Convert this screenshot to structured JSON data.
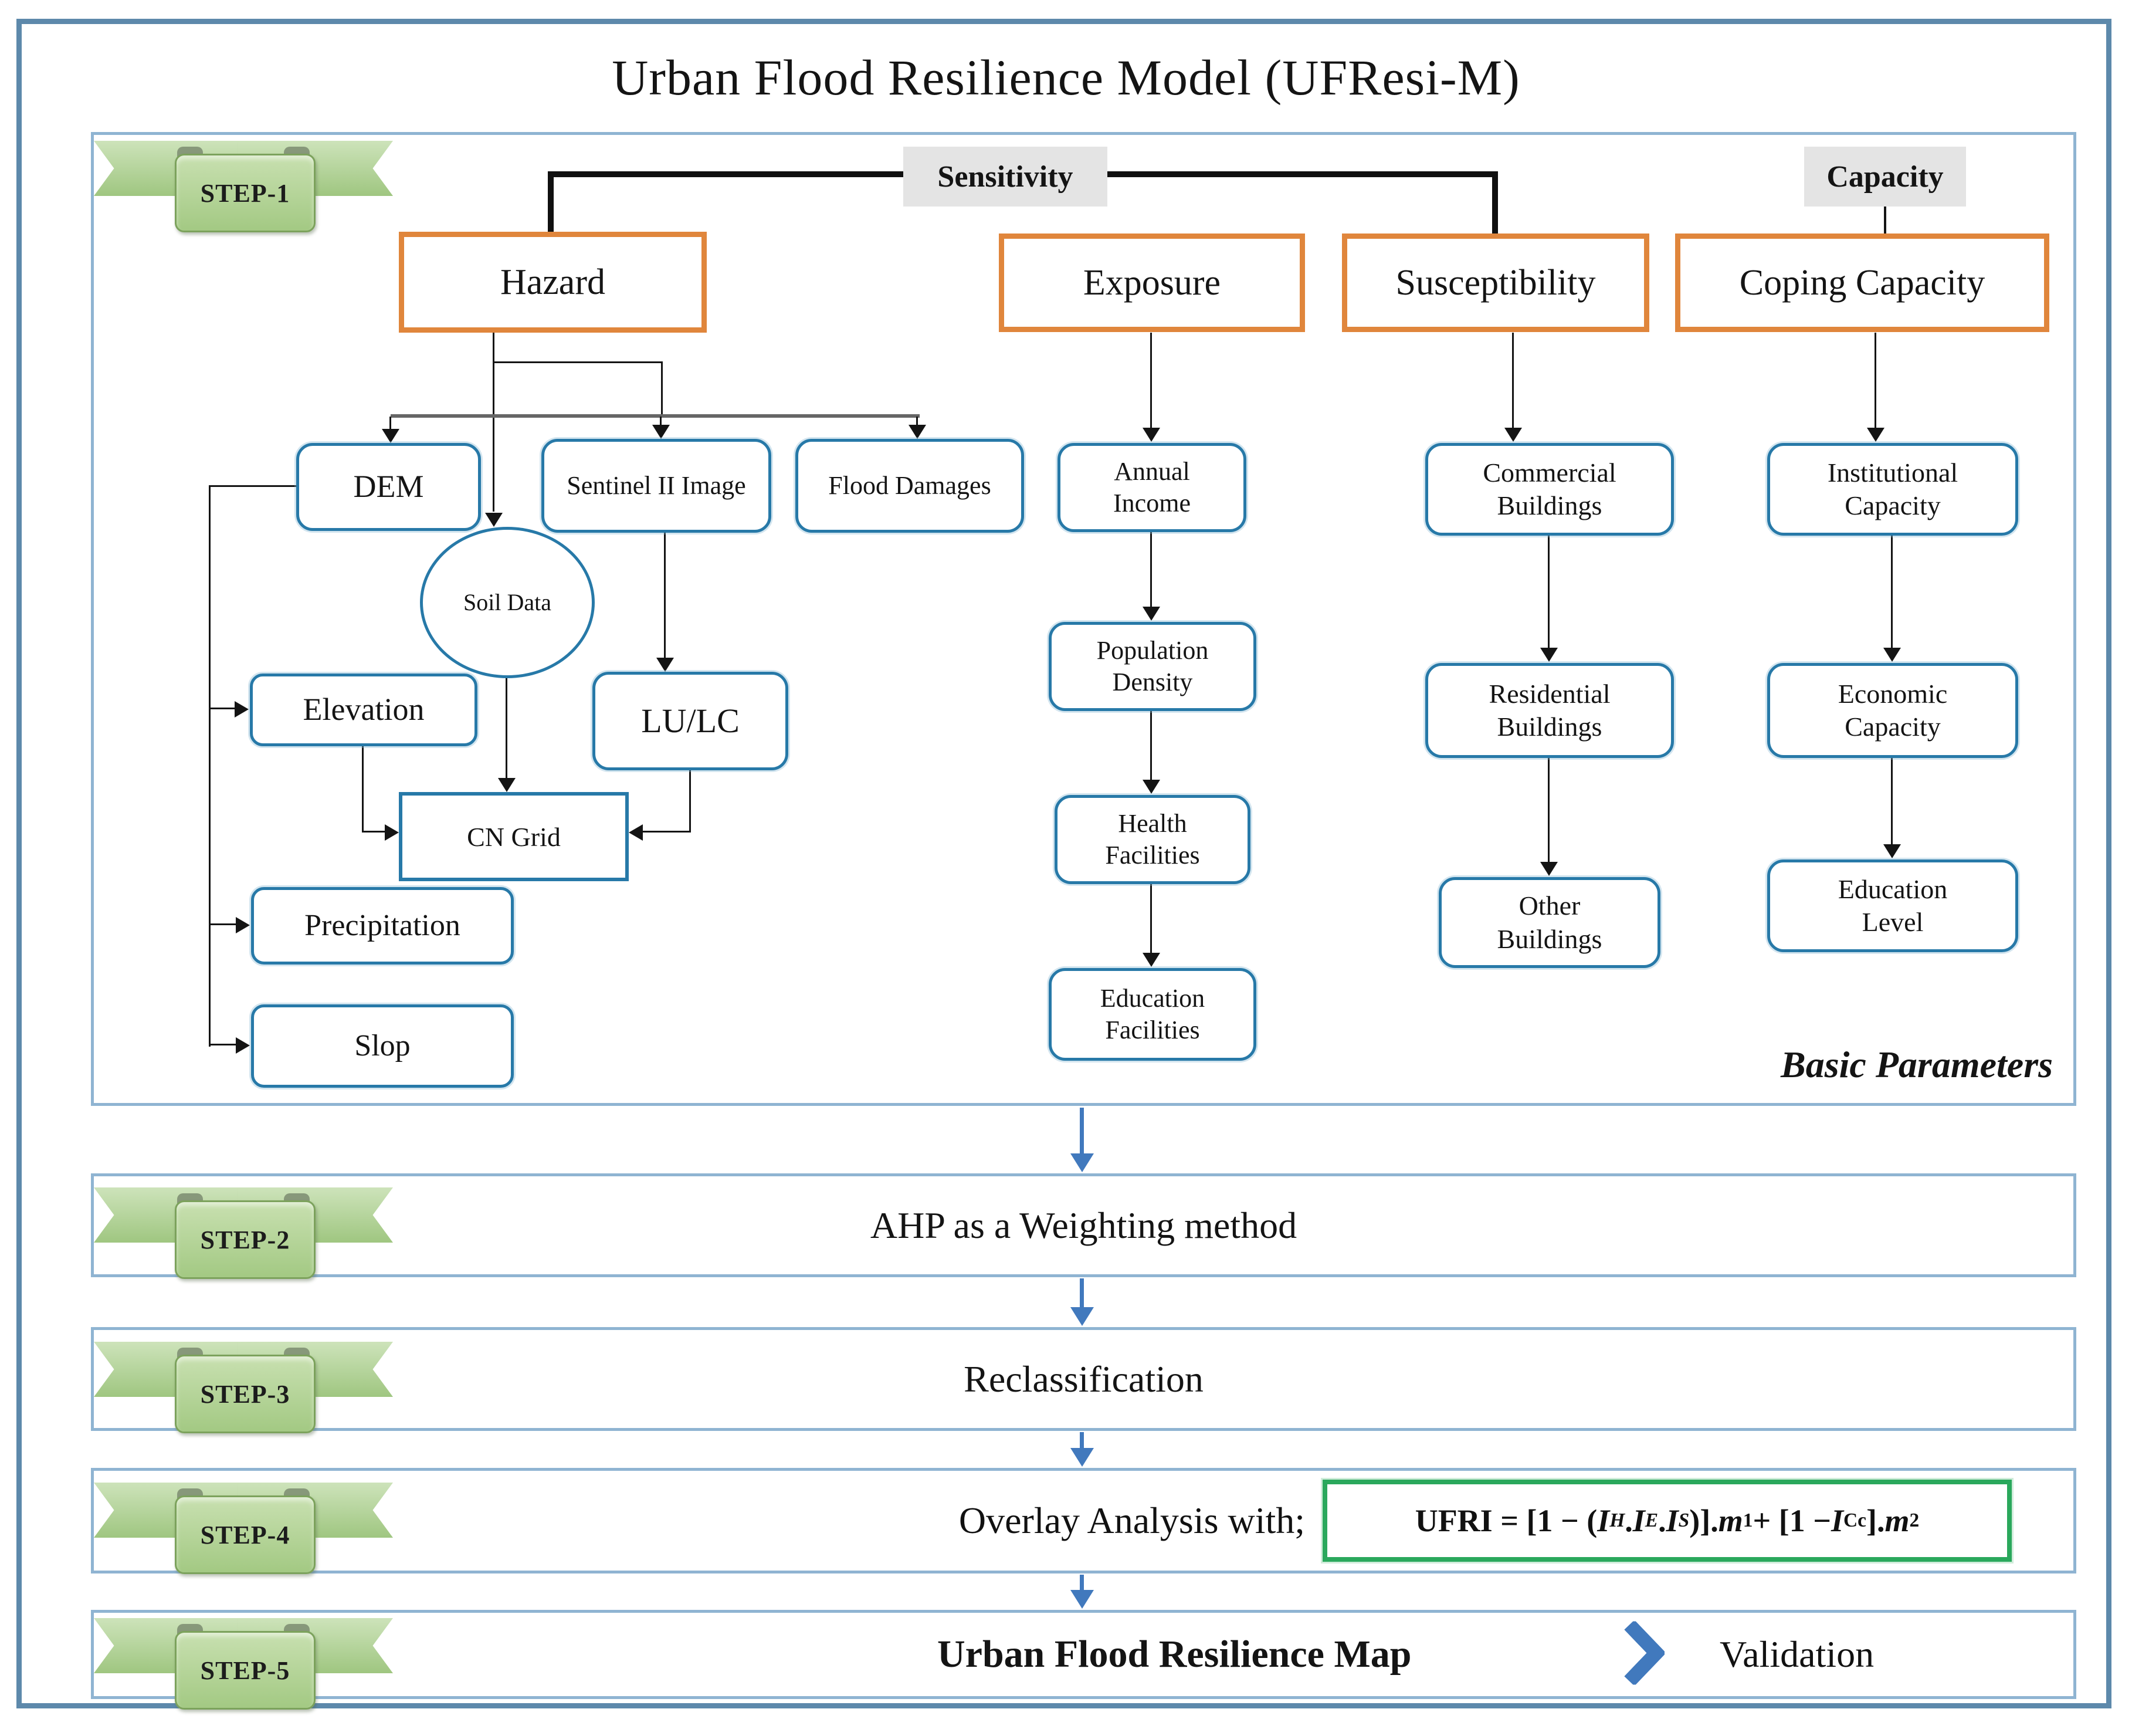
{
  "title": "Urban Flood Resilience Model (UFResi-M)",
  "colors": {
    "outer_border": "#5d89ab",
    "step_border": "#8fb4d2",
    "orange_box_border": "#e0863c",
    "blue_box_border": "#2779a8",
    "ribbon_green": "#a3c983",
    "label_bg": "#e4e4e4",
    "formula_green": "#2aa85c",
    "arrow_blue": "#4179bd",
    "line_black": "#141414"
  },
  "step1": {
    "badge": "STEP-1",
    "sensitivity_label": "Sensitivity",
    "capacity_label": "Capacity",
    "hazard": "Hazard",
    "exposure": "Exposure",
    "susceptibility": "Susceptibility",
    "coping_capacity": "Coping Capacity",
    "dem": "DEM",
    "sentinel": "Sentinel II Image",
    "flood_damages": "Flood Damages",
    "soil_data": "Soil Data",
    "elevation": "Elevation",
    "lulc": "LU/LC",
    "cn_grid": "CN Grid",
    "precipitation": "Precipitation",
    "slop": "Slop",
    "exposure_chain": [
      "Annual Income",
      "Population Density",
      "Health Facilities",
      "Education Facilities"
    ],
    "susceptibility_chain": [
      "Commercial Buildings",
      "Residential Buildings",
      "Other Buildings"
    ],
    "coping_chain": [
      "Institutional Capacity",
      "Economic Capacity",
      "Education Level"
    ],
    "basic_parameters": "Basic Parameters"
  },
  "step2": {
    "badge": "STEP-2",
    "text": "AHP as a Weighting method"
  },
  "step3": {
    "badge": "STEP-3",
    "text": "Reclassification"
  },
  "step4": {
    "badge": "STEP-4",
    "text": "Overlay Analysis with;",
    "formula": {
      "p1": "UFRI = [1 − (",
      "i1": "I",
      "s1": "H",
      "d1": ". ",
      "i2": "I",
      "s2": "E",
      "d2": ". ",
      "i3": "I",
      "s3": "S",
      "p2": ")]. ",
      "m1": "m",
      "ms1": "1",
      "p3": " + [1 − ",
      "i4": "I",
      "s4": "Cc",
      "p4": "]. ",
      "m2": "m",
      "ms2": "2"
    }
  },
  "step5": {
    "badge": "STEP-5",
    "map_label": "Urban Flood Resilience Map",
    "chevron_icon": "chevron-right-icon",
    "validation_label": "Validation"
  }
}
